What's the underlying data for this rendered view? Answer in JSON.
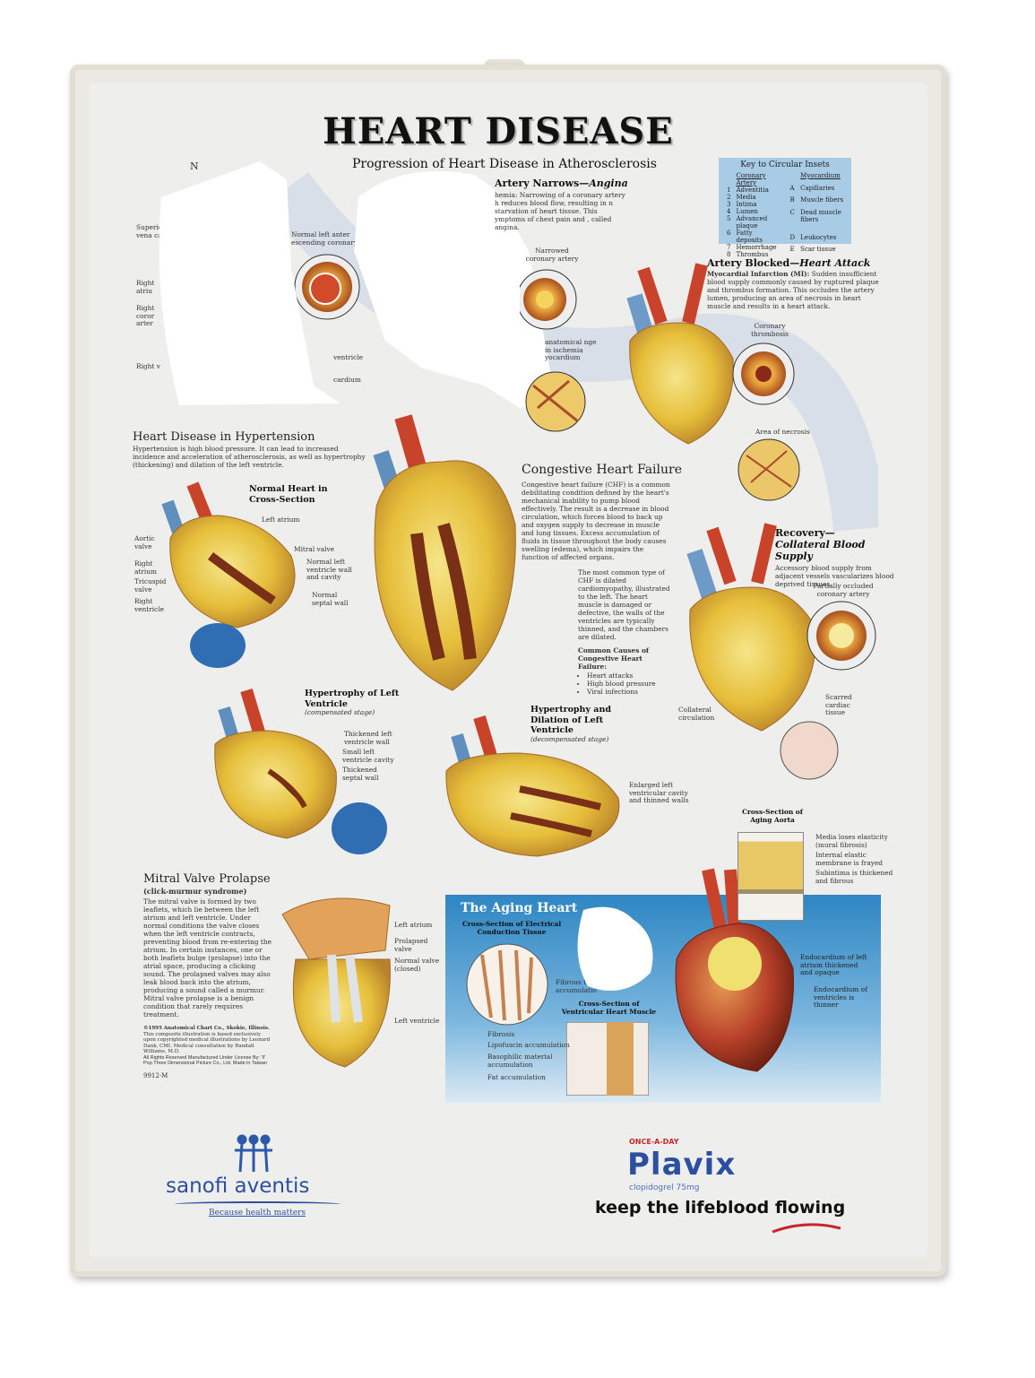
{
  "title": "HEART DISEASE",
  "subtitle": "Progression of Heart Disease in Atherosclerosis",
  "fragments": {
    "left_labels": [
      "Superic vena ca",
      "Right atriu",
      "Right coror arter",
      "Right v",
      "N"
    ],
    "normal_lad": "Normal left anter escending coronary",
    "ventricle": "ventricle",
    "cardium": "cardium"
  },
  "angina": {
    "heading": "Artery Narrows—",
    "heading_italic": "Angina",
    "text": "hemia: Narrowing of a coronary artery h reduces blood flow, resulting in n starvation of heart tissue. This ymptoms of chest pain and , called angina.",
    "inset_label": "Narrowed coronary artery",
    "ischemia_label": "anatomical nge in ischemia yocardium"
  },
  "key": {
    "title": "Key to Circular Insets",
    "col1_title": "Coronary Artery",
    "col2_title": "Myocardium",
    "col1": [
      [
        "1",
        "Adventitia"
      ],
      [
        "2",
        "Media"
      ],
      [
        "3",
        "Intima"
      ],
      [
        "4",
        "Lumen"
      ],
      [
        "5",
        "Advanced plaque"
      ],
      [
        "6",
        "Fatty deposits"
      ],
      [
        "7",
        "Hemorrhage"
      ],
      [
        "8",
        "Thrombus"
      ]
    ],
    "col2": [
      [
        "A",
        "Capillaries"
      ],
      [
        "B",
        "Muscle fibers"
      ],
      [
        "C",
        "Dead muscle fibers"
      ],
      [
        "D",
        "Leukocytes"
      ],
      [
        "E",
        "Scar tissue"
      ]
    ]
  },
  "heart_attack": {
    "heading": "Artery Blocked—",
    "heading_italic": "Heart Attack",
    "lead": "Myocardial Infarction (MI):",
    "text": " Sudden insufficient blood supply commonly caused by ruptured plaque and thrombus formation. This occludes the artery lumen, producing an area of necrosis in heart muscle and results in a heart attack.",
    "thrombosis": "Coronary thrombosis",
    "necrosis": "Area of necrosis"
  },
  "hypertension": {
    "heading": "Heart Disease in Hypertension",
    "text": "Hypertension is high blood pressure. It can lead to increased incidence and acceleration of atherosclerosis, as well as hypertrophy (thickening) and dilation of the left ventricle.",
    "normal_title": "Normal Heart in Cross-Section",
    "labels": {
      "left_atrium": "Left atrium",
      "aortic": "Aortic valve",
      "mitral": "Mitral valve",
      "right_atrium": "Right atrium",
      "normal_lv": "Normal left ventricle wall and cavity",
      "tricuspid": "Tricuspid valve",
      "septal": "Normal septal wall",
      "right_ventricle": "Right ventricle"
    }
  },
  "chf": {
    "heading": "Congestive Heart Failure",
    "p1": "Congestive heart failure (CHF) is a common debilitating condition defined by the heart's mechanical inability to pump blood effectively. The result is a decrease in blood circulation, which forces blood to back up and oxygen supply to decrease in muscle and lung tissues. Excess accumulation of fluids in tissue throughout the body causes swelling (edema), which impairs the function of affected organs.",
    "p2": "The most common type of CHF is dilated cardiomyopathy, illustrated to the left. The heart muscle is damaged or defective, the walls of the ventricles are typically thinned, and the chambers are dilated.",
    "causes_title": "Common Causes of Congestive Heart Failure:",
    "causes": [
      "Heart attacks",
      "High blood pressure",
      "Viral infections"
    ]
  },
  "recovery": {
    "heading": "Recovery—",
    "heading_italic": "Collateral Blood Supply",
    "text": "Accessory blood supply from adjacent vessels vascularizes blood deprived tissues.",
    "occluded": "Partially occluded coronary artery",
    "scarred": "Scarred cardiac tissue",
    "collateral": "Collateral circulation"
  },
  "hypertrophy": {
    "title": "Hypertrophy of Left Ventricle",
    "stage": "(compensated stage)",
    "labels": [
      "Thickened left ventricle wall",
      "Small left ventricle cavity",
      "Thickened septal wall"
    ]
  },
  "dilation": {
    "title": "Hypertrophy and Dilation of Left Ventricle",
    "stage": "(decompensated stage)",
    "label": "Enlarged left ventricular cavity and thinned walls"
  },
  "mvp": {
    "heading": "Mitral Valve Prolapse",
    "sub": "(click-murmur syndrome)",
    "text": "The mitral valve is formed by two leaflets, which lie between the left atrium and left ventricle. Under normal conditions the valve closes when the left ventricle contracts, preventing blood from re-entering the atrium. In certain instances, one or both leaflets bulge (prolapse) into the atrial space, producing a clicking sound. The prolapsed valves may also leak blood back into the atrium, producing a sound called a murmur. Mitral valve prolapse is a benign condition that rarely requires treatment.",
    "labels": {
      "la": "Left atrium",
      "prolapsed": "Prolapsed valve",
      "normal": "Normal valve (closed)",
      "lv": "Left ventricle"
    }
  },
  "credits": {
    "c1": "©1995 Anatomical Chart Co., Skokie, Illinois.",
    "c2": "This composite illustration is based exclusively upon copyrighted medical illustrations by Leonard Dank, CMI. Medical consultation by Randall Williams, M.D.",
    "c3": "All Rights Reserved Manufactured Under License By: 'll' Pop Three Dimensional Picture Co., Ltd. Made in Taiwan",
    "code": "9912-M"
  },
  "aging": {
    "heading": "The Aging Heart",
    "conduction": "Cross-Section of Electrical Conduction Tissue",
    "fibrous": "Fibrous tis accumulatio",
    "muscle": "Cross-Section of Ventricular Heart Muscle",
    "muscle_labels": [
      "Fibrosis",
      "Lipofuscin accumulation",
      "Basophilic material accumulation",
      "Fat accumulation"
    ],
    "aorta": "Cross-Section of Aging Aorta",
    "aorta_labels": [
      "Media loses elasticity (mural fibrosis)",
      "Internal elastic membrane is frayed",
      "Subintima is thickened and fibrous"
    ],
    "endo_la": "Endocardium of left atrium thickened and opaque",
    "endo_v": "Endocardium of ventricles is thinner"
  },
  "sponsors": {
    "sanofi": "sanofi aventis",
    "sanofi_tag": "Because health matters",
    "once": "ONCE-A-DAY",
    "plavix": "Plavix",
    "dose": "clopidogrel 75mg",
    "slogan": "keep the lifeblood flowing"
  },
  "colors": {
    "blue_brand": "#2d4fa0",
    "key_bg": "#a9cce6",
    "panel_blue": "#2e86c3",
    "heart_yellow": "#e8c43a",
    "heart_red": "#b8412a"
  }
}
